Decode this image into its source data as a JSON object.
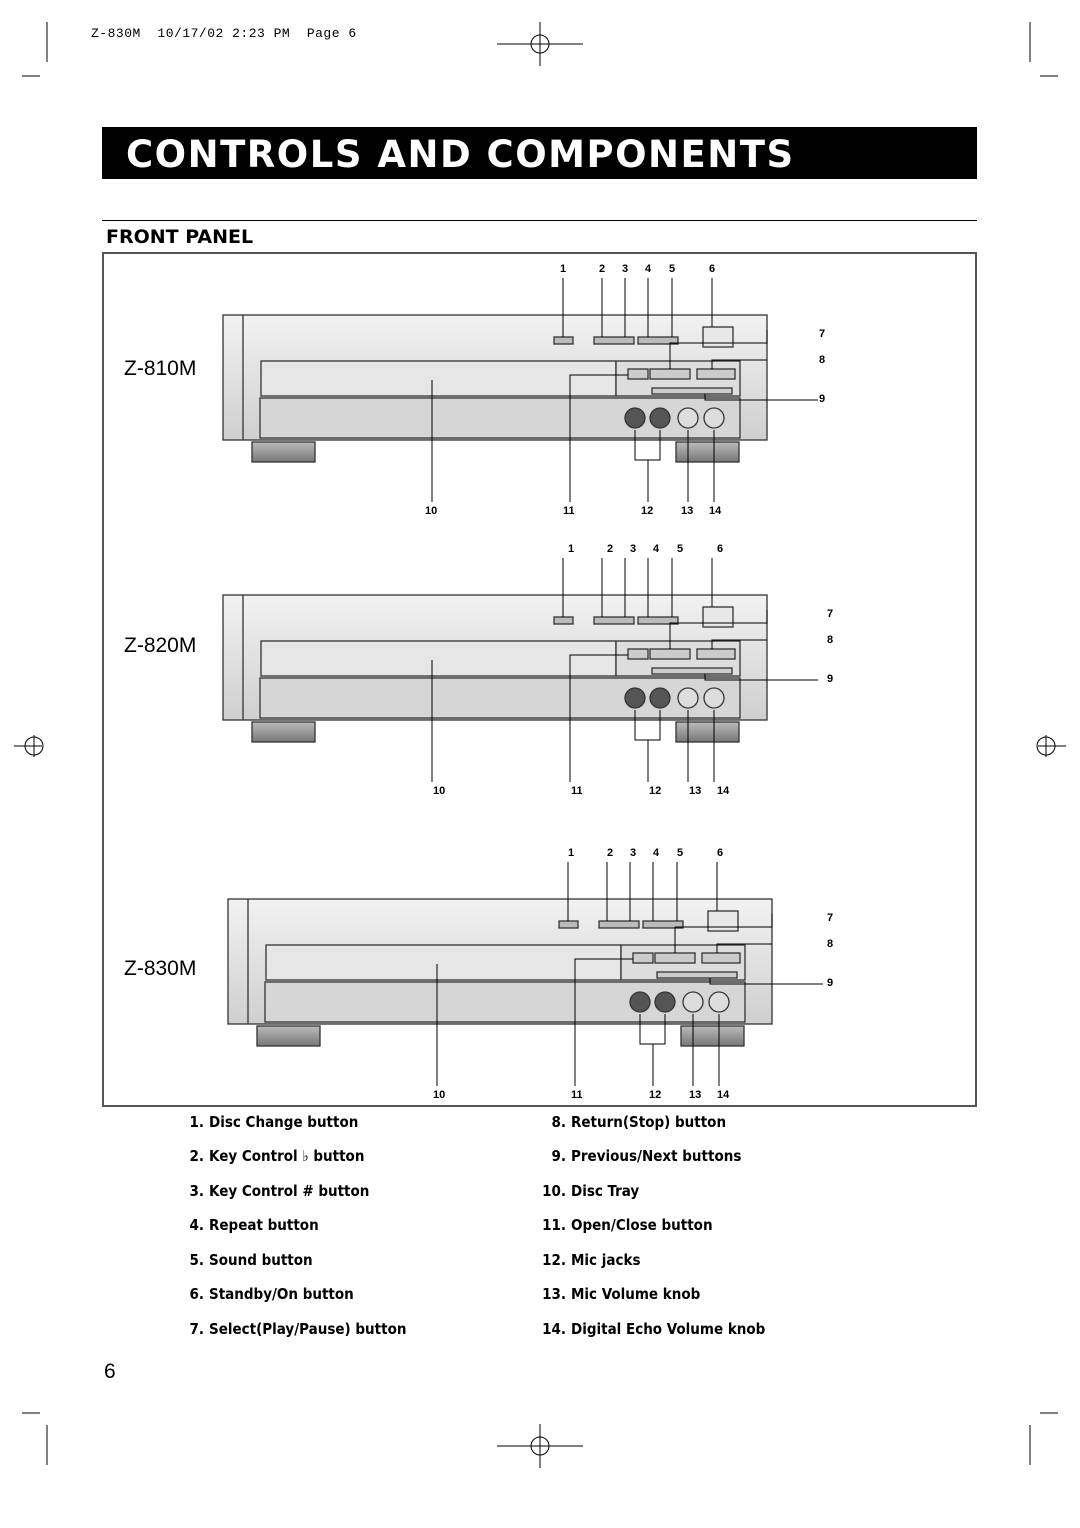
{
  "slug_line": "Z-830M  10/17/02 2:23 PM  Page 6",
  "page_title": "CONTROLS AND COMPONENTS",
  "section_title": "FRONT PANEL",
  "models": [
    "Z-810M",
    "Z-820M",
    "Z-830M"
  ],
  "callout_labels": {
    "top": [
      "1",
      "2",
      "3",
      "4",
      "5",
      "6"
    ],
    "right": [
      "7",
      "8",
      "9"
    ],
    "bottom": [
      "10",
      "11",
      "12",
      "13",
      "14"
    ]
  },
  "legend": {
    "left": [
      {
        "num": "1.",
        "text": "Disc Change button"
      },
      {
        "num": "2.",
        "text": "Key Control ♭ button"
      },
      {
        "num": "3.",
        "text": "Key Control # button"
      },
      {
        "num": "4.",
        "text": "Repeat button"
      },
      {
        "num": "5.",
        "text": "Sound button"
      },
      {
        "num": "6.",
        "text": "Standby/On button"
      },
      {
        "num": "7.",
        "text": "Select(Play/Pause) button"
      }
    ],
    "right": [
      {
        "num": "8.",
        "text": "Return(Stop) button"
      },
      {
        "num": "9.",
        "text": "Previous/Next buttons"
      },
      {
        "num": "10.",
        "text": "Disc Tray"
      },
      {
        "num": "11.",
        "text": "Open/Close button"
      },
      {
        "num": "12.",
        "text": "Mic jacks"
      },
      {
        "num": "13.",
        "text": "Mic Volume knob"
      },
      {
        "num": "14.",
        "text": "Digital Echo Volume knob"
      }
    ]
  },
  "page_number": "6"
}
